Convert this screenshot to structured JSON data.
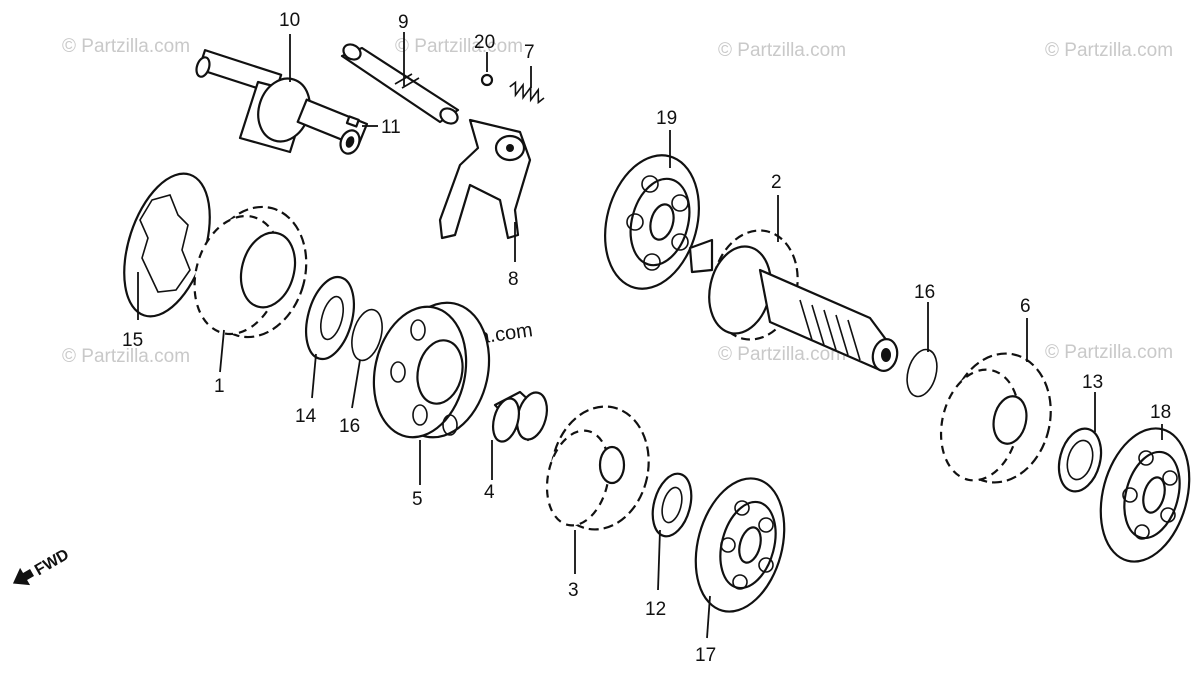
{
  "watermarks": [
    "© Partzilla.com",
    "© Partzilla.com",
    "© Partzilla.com",
    "© Partzilla.com",
    "© Partzilla.com",
    "© Partzilla.com",
    "© Partzilla.com"
  ],
  "center_watermark": "Partzilla.com",
  "direction_label": "FWD",
  "callouts": {
    "p1": "1",
    "p2": "2",
    "p3": "3",
    "p4": "4",
    "p5": "5",
    "p6": "6",
    "p7": "7",
    "p8": "8",
    "p9": "9",
    "p10": "10",
    "p11": "11",
    "p12": "12",
    "p13": "13",
    "p14": "14",
    "p15": "15",
    "p16a": "16",
    "p16b": "16",
    "p17": "17",
    "p18": "18",
    "p19": "19",
    "p20": "20"
  }
}
